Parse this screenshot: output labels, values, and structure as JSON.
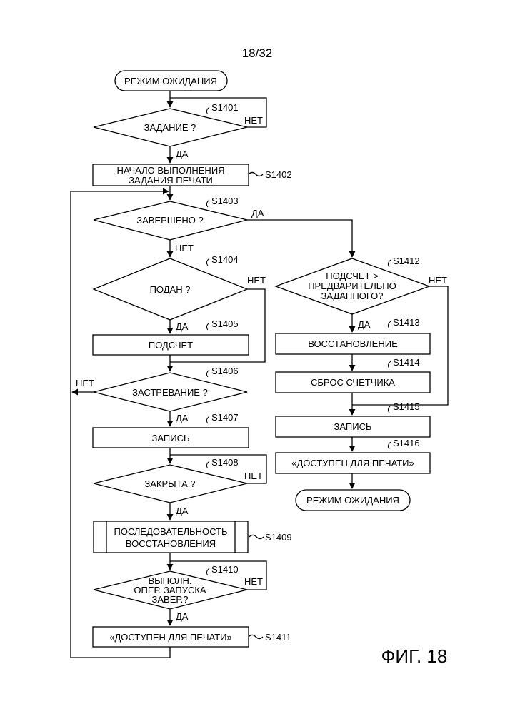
{
  "page_number": "18/32",
  "figure_label": "ФИГ. 18",
  "yes_label": "ДА",
  "no_label": "НЕТ",
  "nodes": {
    "start": "РЕЖИМ ОЖИДАНИЯ",
    "s1401": {
      "step": "S1401",
      "text": "ЗАДАНИЕ ?"
    },
    "s1402": {
      "step": "S1402",
      "line1": "НАЧАЛО ВЫПОЛНЕНИЯ",
      "line2": "ЗАДАНИЯ ПЕЧАТИ"
    },
    "s1403": {
      "step": "S1403",
      "text": "ЗАВЕРШЕНО ?"
    },
    "s1404": {
      "step": "S1404",
      "text": "ПОДАН ?"
    },
    "s1405": {
      "step": "S1405",
      "text": "ПОДСЧЕТ"
    },
    "s1406": {
      "step": "S1406",
      "text": "ЗАСТРЕВАНИЕ ?"
    },
    "s1407": {
      "step": "S1407",
      "text": "ЗАПИСЬ"
    },
    "s1408": {
      "step": "S1408",
      "text": "ЗАКРЫТА ?"
    },
    "s1409": {
      "step": "S1409",
      "line1": "ПОСЛЕДОВАТЕЛЬНОСТЬ",
      "line2": "ВОССТАНОВЛЕНИЯ"
    },
    "s1410": {
      "step": "S1410",
      "line1": "ВЫПОЛН.",
      "line2": "ОПЕР. ЗАПУСКА",
      "line3": "ЗАВЕР.?"
    },
    "s1411": {
      "step": "S1411",
      "text": "«ДОСТУПЕН ДЛЯ ПЕЧАТИ»"
    },
    "s1412": {
      "step": "S1412",
      "line1": "ПОДСЧЕТ >",
      "line2": "ПРЕДВАРИТЕЛЬНО",
      "line3": "ЗАДАННОГО?"
    },
    "s1413": {
      "step": "S1413",
      "text": "ВОССТАНОВЛЕНИЕ"
    },
    "s1414": {
      "step": "S1414",
      "text": "СБРОС СЧЕТЧИКА"
    },
    "s1415": {
      "step": "S1415",
      "text": "ЗАПИСЬ"
    },
    "s1416": {
      "step": "S1416",
      "text": "«ДОСТУПЕН ДЛЯ ПЕЧАТИ»"
    },
    "end": "РЕЖИМ ОЖИДАНИЯ"
  }
}
